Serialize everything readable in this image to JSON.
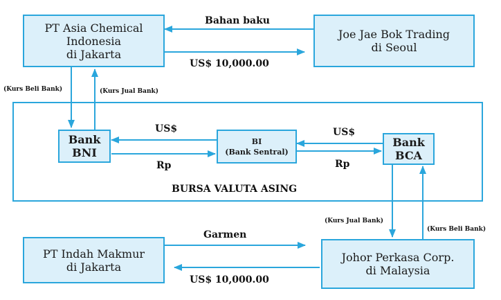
{
  "colors": {
    "accent": "#2aa6dc",
    "box_fill": "#dcf0fa"
  },
  "nodes": {
    "pt_asia": {
      "line1": "PT Asia Chemical",
      "line2": "Indonesia",
      "line3": "di Jakarta"
    },
    "joe_jae": {
      "line1": "Joe Jae Bok Trading",
      "line2": "di Seoul"
    },
    "bank_bni": {
      "line1": "Bank",
      "line2": "BNI"
    },
    "bi": {
      "line1": "BI",
      "line2": "(Bank Sentral)"
    },
    "bank_bca": {
      "line1": "Bank",
      "line2": "BCA"
    },
    "pt_indah": {
      "line1": "PT Indah Makmur",
      "line2": "di Jakarta"
    },
    "johor": {
      "line1": "Johor Perkasa Corp.",
      "line2": "di Malaysia"
    }
  },
  "market": {
    "title": "BURSA VALUTA ASING"
  },
  "edges": {
    "bahan_baku": "Bahan baku",
    "usd_top": "US$ 10,000.00",
    "kurs_beli_bni": "(Kurs Beli Bank)",
    "kurs_jual_bni": "(Kurs Jual Bank)",
    "usd_bi_bni": "US$",
    "rp_bni_bi": "Rp",
    "usd_bca_bi": "US$",
    "rp_bi_bca": "Rp",
    "kurs_jual_bca": "(Kurs Jual Bank)",
    "kurs_beli_bca": "(Kurs Beli Bank)",
    "garmen": "Garmen",
    "usd_bottom": "US$ 10,000.00"
  }
}
